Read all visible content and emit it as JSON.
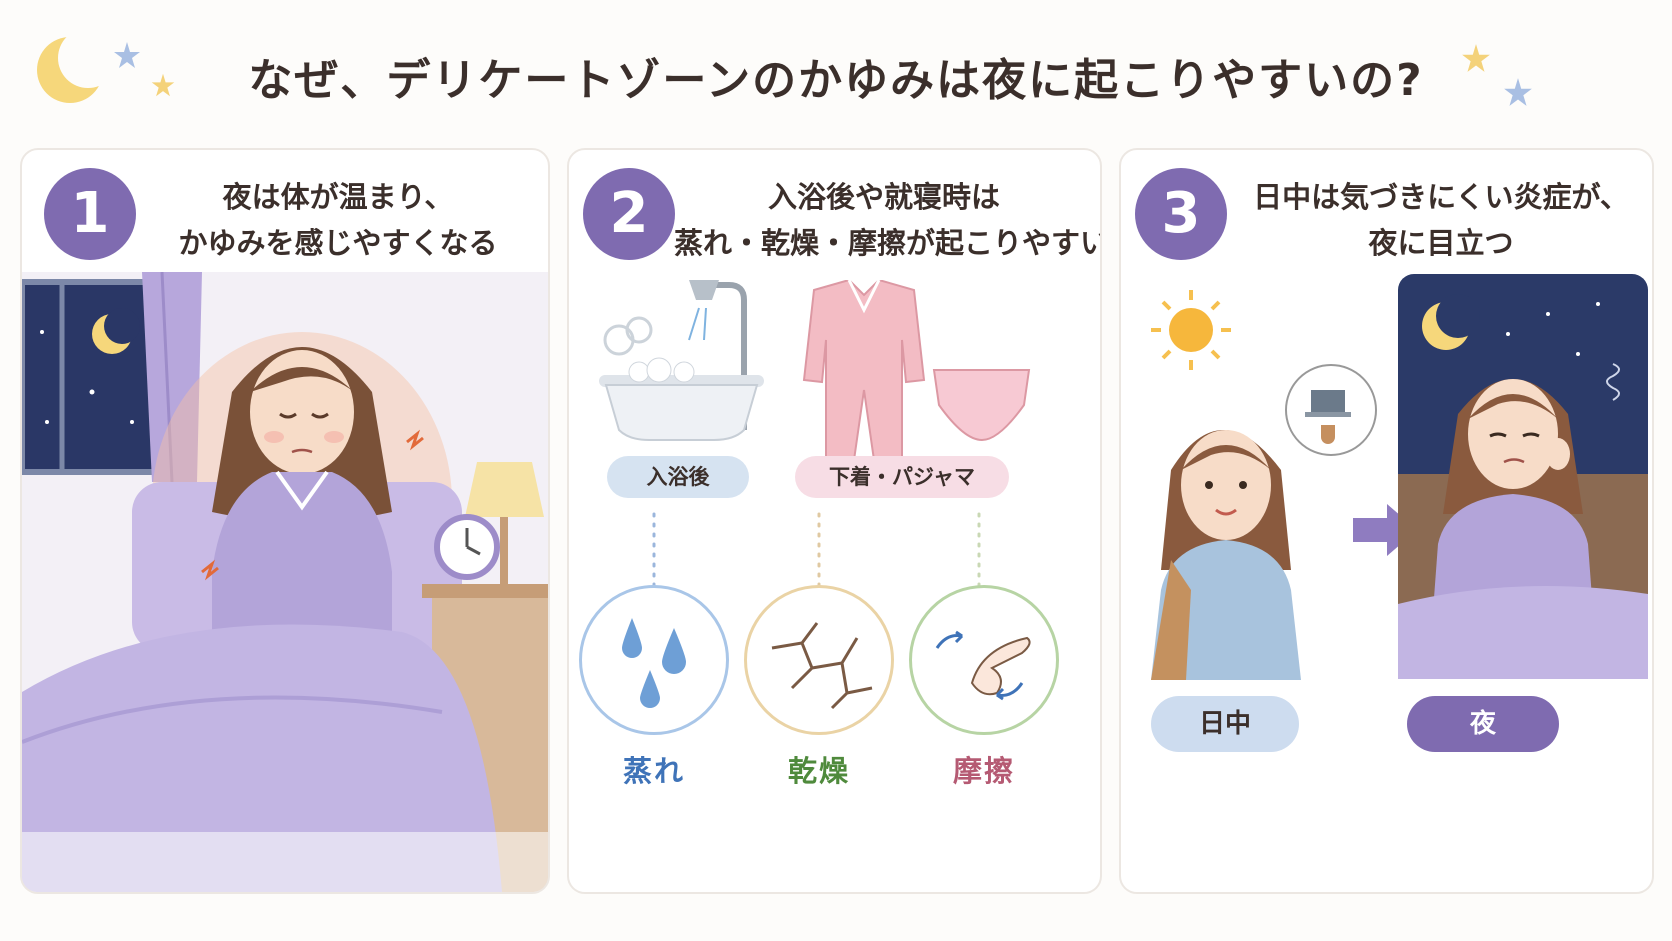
{
  "title": "なぜ、デリケートゾーンのかゆみは夜に起こりやすいの?",
  "panels": [
    {
      "number": "1",
      "heading_lines": [
        "夜は体が温まり、",
        "かゆみを感じやすくなる"
      ]
    },
    {
      "number": "2",
      "heading_lines": [
        "入浴後や就寝時は",
        "蒸れ・乾燥・摩擦が起こりやすい"
      ],
      "causes": [
        {
          "label": "入浴後",
          "icon": "bathtub-shower-icon",
          "color": "#d6e3f1"
        },
        {
          "label": "下着・パジャマ",
          "icon": "pajamas-underwear-icon",
          "color": "#f7dde5"
        }
      ],
      "effects": [
        {
          "label": "蒸れ",
          "icon": "water-drops-icon",
          "color": "#3f73b8"
        },
        {
          "label": "乾燥",
          "icon": "cracked-skin-icon",
          "color": "#4f8a3c"
        },
        {
          "label": "摩擦",
          "icon": "rubbing-hands-icon",
          "color": "#b55a73"
        }
      ]
    },
    {
      "number": "3",
      "heading_lines": [
        "日中は気づきにくい炎症が、",
        "夜に目立つ"
      ],
      "day_label": "日中",
      "night_label": "夜"
    }
  ],
  "colors": {
    "accent": "#7f6bb0",
    "night_sky": "#2b3a68",
    "lavender": "#b3a4d9",
    "day_pill": "#cddcef",
    "night_pill": "#7f6bb0"
  }
}
